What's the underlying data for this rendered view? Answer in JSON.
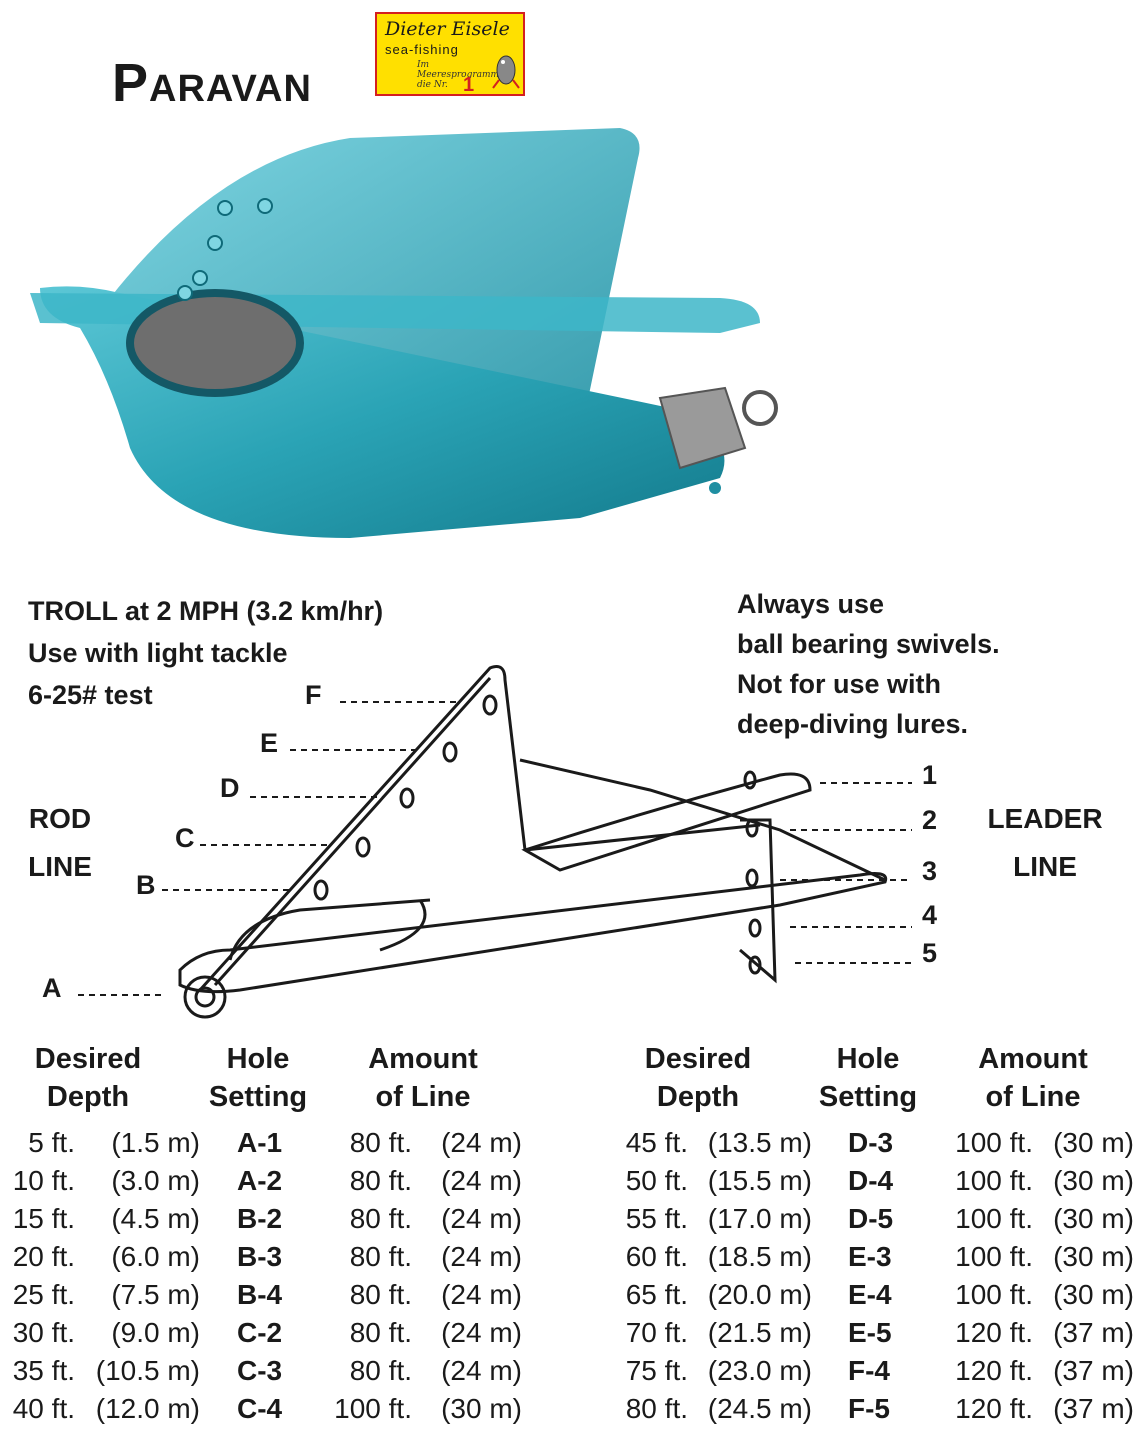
{
  "title": "Paravan",
  "logo": {
    "brand": "Dieter Eisele",
    "sub": "sea-fishing",
    "tag_line1": "Im",
    "tag_line2": "Meeresprogramm",
    "tag_line3": "die Nr.",
    "tag_number": "1"
  },
  "notes": {
    "left": [
      "TROLL at 2 MPH (3.2 km/hr)",
      "Use with light tackle",
      "6-25# test"
    ],
    "right": [
      "Always use",
      "ball bearing swivels.",
      "Not for use with",
      "deep-diving lures."
    ]
  },
  "diagram": {
    "rod_line": [
      "ROD",
      "LINE"
    ],
    "leader_line": [
      "LEADER",
      "LINE"
    ],
    "hole_letters": [
      "A",
      "B",
      "C",
      "D",
      "E",
      "F"
    ],
    "leader_numbers": [
      "1",
      "2",
      "3",
      "4",
      "5"
    ]
  },
  "table_headers": {
    "depth": [
      "Desired",
      "Depth"
    ],
    "hole": [
      "Hole",
      "Setting"
    ],
    "line": [
      "Amount",
      "of Line"
    ]
  },
  "rows_left": [
    {
      "ft": "5 ft.",
      "m": "(1.5 m)",
      "hole": "A-1",
      "line_ft": "80 ft.",
      "line_m": "(24 m)"
    },
    {
      "ft": "10 ft.",
      "m": "(3.0 m)",
      "hole": "A-2",
      "line_ft": "80 ft.",
      "line_m": "(24 m)"
    },
    {
      "ft": "15 ft.",
      "m": "(4.5 m)",
      "hole": "B-2",
      "line_ft": "80 ft.",
      "line_m": "(24 m)"
    },
    {
      "ft": "20 ft.",
      "m": "(6.0 m)",
      "hole": "B-3",
      "line_ft": "80 ft.",
      "line_m": "(24 m)"
    },
    {
      "ft": "25 ft.",
      "m": "(7.5 m)",
      "hole": "B-4",
      "line_ft": "80 ft.",
      "line_m": "(24 m)"
    },
    {
      "ft": "30 ft.",
      "m": "(9.0 m)",
      "hole": "C-2",
      "line_ft": "80 ft.",
      "line_m": "(24 m)"
    },
    {
      "ft": "35 ft.",
      "m": "(10.5 m)",
      "hole": "C-3",
      "line_ft": "80 ft.",
      "line_m": "(24 m)"
    },
    {
      "ft": "40 ft.",
      "m": "(12.0 m)",
      "hole": "C-4",
      "line_ft": "100 ft.",
      "line_m": "(30 m)"
    }
  ],
  "rows_right": [
    {
      "ft": "45 ft.",
      "m": "(13.5 m)",
      "hole": "D-3",
      "line_ft": "100 ft.",
      "line_m": "(30 m)"
    },
    {
      "ft": "50 ft.",
      "m": "(15.5 m)",
      "hole": "D-4",
      "line_ft": "100 ft.",
      "line_m": "(30 m)"
    },
    {
      "ft": "55 ft.",
      "m": "(17.0 m)",
      "hole": "D-5",
      "line_ft": "100 ft.",
      "line_m": "(30 m)"
    },
    {
      "ft": "60 ft.",
      "m": "(18.5 m)",
      "hole": "E-3",
      "line_ft": "100 ft.",
      "line_m": "(30 m)"
    },
    {
      "ft": "65 ft.",
      "m": "(20.0 m)",
      "hole": "E-4",
      "line_ft": "100 ft.",
      "line_m": "(30 m)"
    },
    {
      "ft": "70 ft.",
      "m": "(21.5 m)",
      "hole": "E-5",
      "line_ft": "120 ft.",
      "line_m": "(37 m)"
    },
    {
      "ft": "75 ft.",
      "m": "(23.0 m)",
      "hole": "F-4",
      "line_ft": "120 ft.",
      "line_m": "(37 m)"
    },
    {
      "ft": "80 ft.",
      "m": "(24.5 m)",
      "hole": "F-5",
      "line_ft": "120 ft.",
      "line_m": "(37 m)"
    }
  ],
  "colors": {
    "photo_body": "#2aa3b5",
    "photo_dark": "#137a8c",
    "logo_bg": "#ffe000",
    "logo_border": "#d42020"
  }
}
